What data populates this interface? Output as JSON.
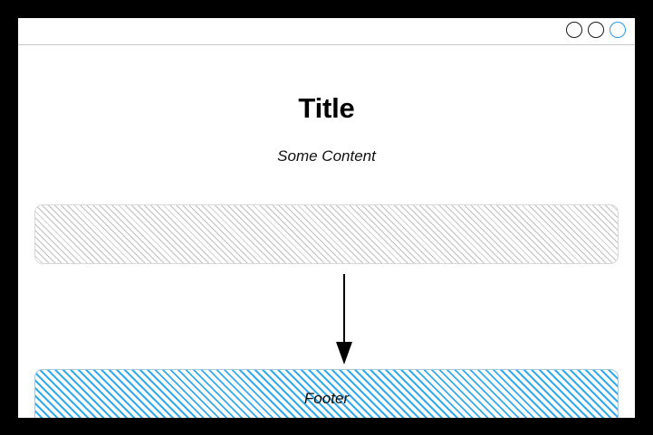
{
  "window": {
    "controls": [
      {
        "name": "minimize",
        "style": "dark"
      },
      {
        "name": "maximize",
        "style": "dark"
      },
      {
        "name": "close",
        "style": "accent"
      }
    ],
    "accent_color": "#2b9ae8",
    "control_color": "#1a1a1a"
  },
  "content": {
    "title": "Title",
    "subtitle": "Some Content",
    "body_panel": {
      "label": "",
      "hatch_color": "#bfbfbf",
      "border_color": "#d9d9d9"
    },
    "connector": {
      "direction": "down",
      "color": "#000000"
    },
    "footer_panel": {
      "label": "Footer",
      "hatch_color": "#34abee",
      "border_color": "#a9c9e0"
    }
  }
}
